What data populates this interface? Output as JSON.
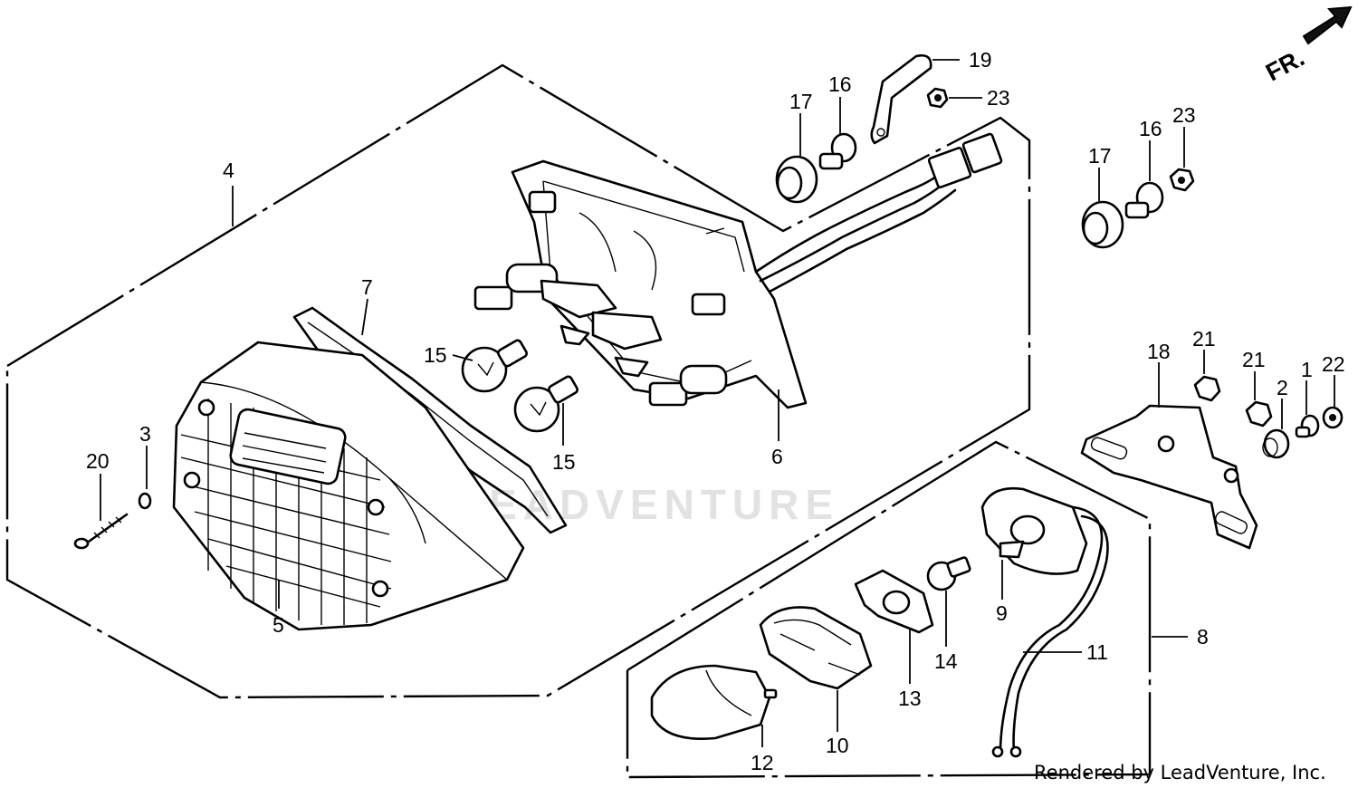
{
  "diagram": {
    "credit": "Rendered by LeadVenture, Inc.",
    "watermark": "LEADVENTURE",
    "direction_label": "FR.",
    "callouts": {
      "c1": "1",
      "c2": "2",
      "c3": "3",
      "c4": "4",
      "c5": "5",
      "c6": "6",
      "c7": "7",
      "c8": "8",
      "c9": "9",
      "c10": "10",
      "c11": "11",
      "c12": "12",
      "c13": "13",
      "c14": "14",
      "c15a": "15",
      "c15b": "15",
      "c16a": "16",
      "c16b": "16",
      "c17a": "17",
      "c17b": "17",
      "c18": "18",
      "c19": "19",
      "c20": "20",
      "c21a": "21",
      "c21b": "21",
      "c22": "22",
      "c23a": "23",
      "c23b": "23"
    }
  }
}
